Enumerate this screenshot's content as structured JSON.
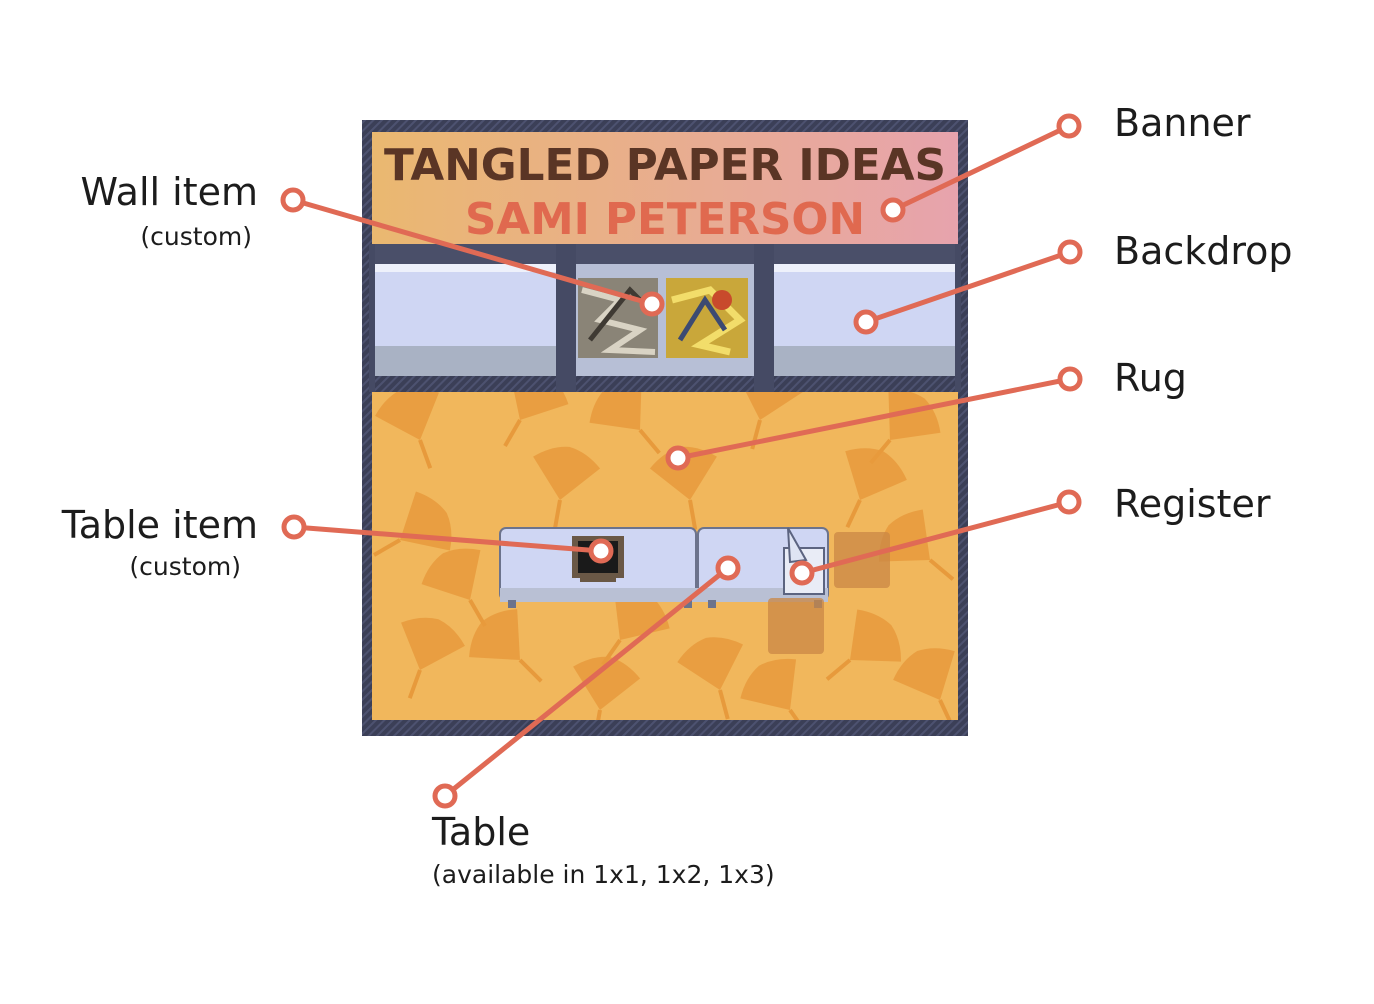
{
  "banner": {
    "line1": "TANGLED PAPER IDEAS",
    "line2": "SAMI PETERSON"
  },
  "callouts": {
    "wall_item": {
      "title": "Wall item",
      "note": "(custom)"
    },
    "table_item": {
      "title": "Table item",
      "note": "(custom)"
    },
    "banner": {
      "title": "Banner"
    },
    "backdrop": {
      "title": "Backdrop"
    },
    "rug": {
      "title": "Rug"
    },
    "register": {
      "title": "Register"
    },
    "table": {
      "title": "Table",
      "note": "(available in 1x1, 1x2, 1x3)"
    }
  },
  "colors": {
    "callout_line": "#e06a55",
    "frame": "#3b3f57",
    "backdrop": "#cfd6f3",
    "rug_base": "#f1b75c",
    "rug_leaf": "#e79a3c",
    "banner_left": "#eab870",
    "banner_right": "#e7a3ad",
    "banner_line1": "#5a3525",
    "banner_line2": "#e0694f"
  }
}
